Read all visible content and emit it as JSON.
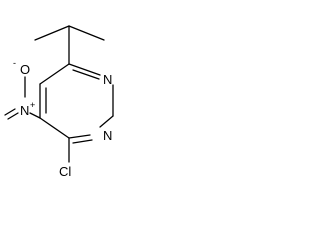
{
  "molecule": {
    "atoms": {
      "ring_n_top": "N",
      "ring_n_bottom": "N",
      "chlorine": "Cl",
      "nitro_n": "N",
      "nitro_o": "O",
      "nitro_o_charge": "-",
      "nitro_n_charge": "+"
    }
  }
}
